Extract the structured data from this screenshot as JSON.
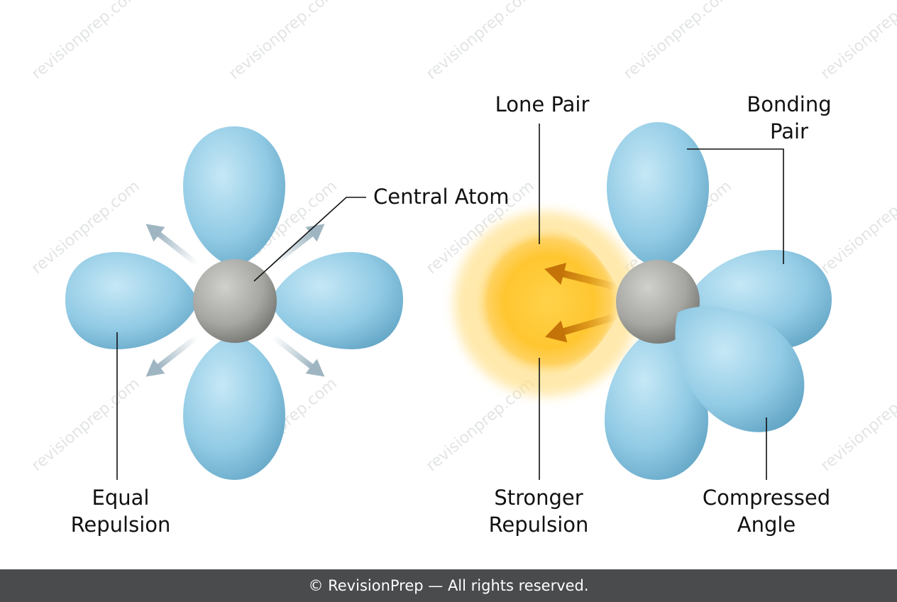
{
  "watermark": "revisionprep.com",
  "labels": {
    "central_atom": "Central Atom",
    "equal_line1": "Equal",
    "equal_line2": "Repulsion",
    "lone_pair": "Lone Pair",
    "bonding_line1": "Bonding",
    "bonding_line2": "Pair",
    "stronger_line1": "Stronger",
    "stronger_line2": "Repulsion",
    "compressed_line1": "Compressed",
    "compressed_line2": "Angle"
  },
  "footer": "© RevisionPrep — All rights reserved.",
  "colors": {
    "lobe_blue": "#8fcbe6",
    "lobe_blue_dark": "#5c9fc0",
    "atom_gray": "#a8a8a4",
    "lone_pair_yellow": "#ffc52e",
    "arrow_orange": "#c87a10",
    "arrow_gray": "#a9bcc6",
    "footer_bg": "#4a4b4d"
  }
}
